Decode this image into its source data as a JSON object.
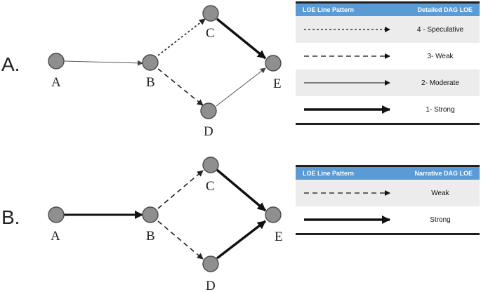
{
  "panels": [
    {
      "id": "A",
      "label": "A.",
      "nodes": {
        "A": "A",
        "B": "B",
        "C": "C",
        "D": "D",
        "E": "E"
      },
      "legend": {
        "col1": "LOE Line Pattern",
        "col2": "Detailed DAG LOE",
        "rows": [
          {
            "style": "speculative",
            "label": "4 - Speculative"
          },
          {
            "style": "weak",
            "label": "3- Weak"
          },
          {
            "style": "moderate",
            "label": "2- Moderate"
          },
          {
            "style": "strong",
            "label": "1- Strong"
          }
        ]
      }
    },
    {
      "id": "B",
      "label": "B.",
      "nodes": {
        "A": "A",
        "B": "B",
        "C": "C",
        "D": "D",
        "E": "E"
      },
      "legend": {
        "col1": "LOE Line Pattern",
        "col2": "Narrative DAG LOE",
        "rows": [
          {
            "style": "weak",
            "label": "Weak"
          },
          {
            "style": "strong",
            "label": "Strong"
          }
        ]
      }
    }
  ],
  "colors": {
    "header_blue": "#5b9bd5",
    "node_fill": "#8f8f8f",
    "shaded_row": "#ececec"
  }
}
